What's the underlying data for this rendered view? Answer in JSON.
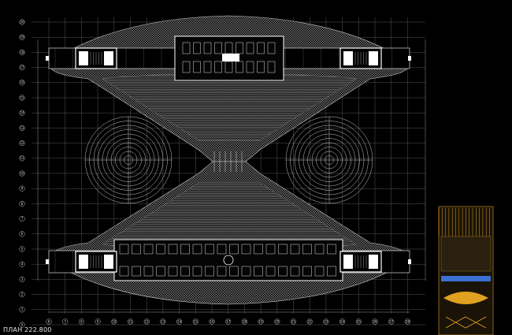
{
  "caption": "ПЛАН 222.800",
  "colors": {
    "background": "#000000",
    "grid": "#6a6a6a",
    "structure": "#c8c8c8",
    "walls": "#ffffff",
    "inset_accent": "#e0a020",
    "inset_band": "#3b6fd0"
  },
  "grid_axes": {
    "columns": [
      "6",
      "7",
      "8",
      "9",
      "10",
      "11",
      "12",
      "13",
      "14",
      "15",
      "16",
      "17",
      "18",
      "19",
      "20",
      "21",
      "22",
      "23",
      "24",
      "25",
      "26",
      "27",
      "28"
    ],
    "rows": [
      "20",
      "19",
      "18",
      "17",
      "16",
      "15",
      "14",
      "13",
      "12",
      "11",
      "10",
      "9",
      "8",
      "7",
      "6",
      "5",
      "4",
      "3",
      "2",
      "1",
      "0"
    ]
  }
}
